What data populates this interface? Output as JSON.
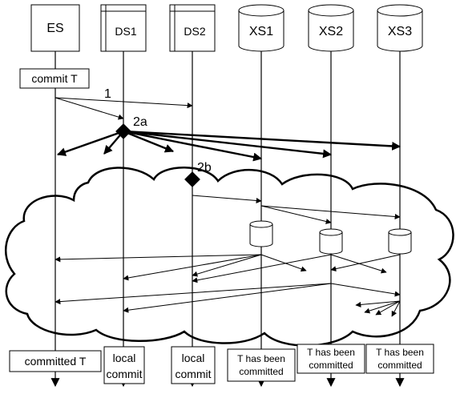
{
  "participants": {
    "es": "ES",
    "ds1": "DS1",
    "ds2": "DS2",
    "xs1": "XS1",
    "xs2": "XS2",
    "xs3": "XS3"
  },
  "step_labels": {
    "step1": "1",
    "step2a": "2a",
    "step2b": "2b"
  },
  "notes": {
    "commit": "commit T",
    "es_result": "committed T",
    "ds1_result": [
      "local",
      "commit"
    ],
    "ds2_result": [
      "local",
      "commit"
    ],
    "xs1_result": [
      "T has been",
      "committed"
    ],
    "xs2_result": [
      "T has been",
      "committed"
    ],
    "xs3_result": [
      "T has been",
      "committed"
    ]
  }
}
